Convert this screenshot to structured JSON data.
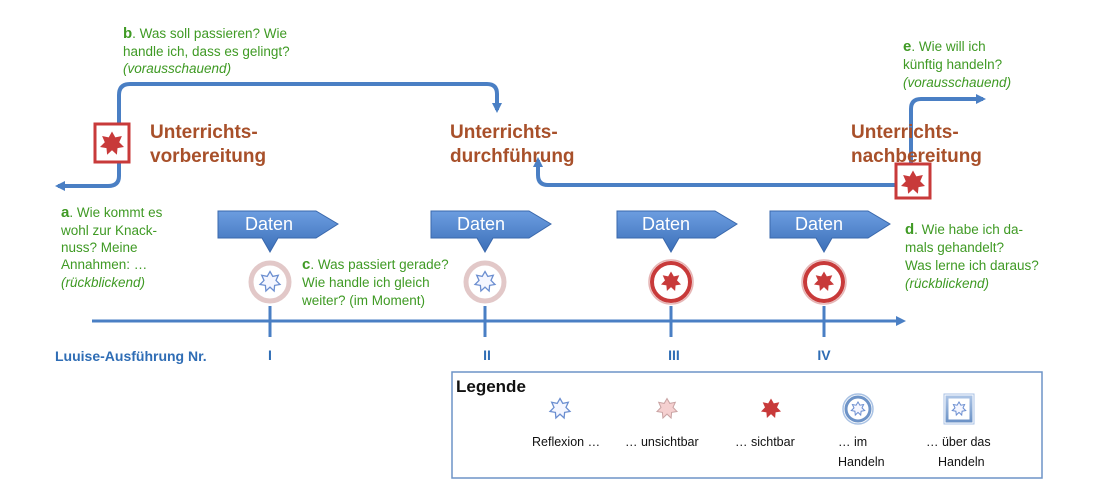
{
  "colors": {
    "green": "#3f9a24",
    "brown": "#a8502a",
    "blue": "#4a7fc4",
    "red": "#c83a3a"
  },
  "phases": {
    "vorbereitung": [
      "Unterrichts-",
      "vorbereitung"
    ],
    "durchfuehrung": [
      "Unterrichts-",
      "durchführung"
    ],
    "nachbereitung": [
      "Unterrichts-",
      "nachbereitung"
    ]
  },
  "questions": {
    "a": {
      "letter": "a",
      "lines": [
        ". Wie kommt es",
        "wohl zur Knack-",
        "nuss? Meine",
        "Annahmen: …"
      ],
      "mode": "(rückblickend)"
    },
    "b": {
      "letter": "b",
      "lines": [
        ". Was soll passieren? Wie",
        "handle ich, dass es gelingt?"
      ],
      "mode": "(vorausschauend)"
    },
    "c": {
      "letter": "c",
      "lines": [
        ". Was passiert gerade?",
        "Wie handle ich gleich",
        "weiter? (im Moment)"
      ]
    },
    "d": {
      "letter": "d",
      "lines": [
        ". Wie habe ich da-",
        "mals gehandelt?",
        "Was lerne ich daraus?"
      ],
      "mode": "(rückblickend)"
    },
    "e": {
      "letter": "e",
      "lines": [
        ". Wie will ich",
        "künftig handeln?"
      ],
      "mode": "(vorausschauend)"
    }
  },
  "data_label": "Daten",
  "timeline": {
    "label": "Luuise-Ausführung Nr.",
    "ticks": [
      "I",
      "II",
      "III",
      "IV"
    ]
  },
  "legend": {
    "title": "Legende",
    "items": [
      "Reflexion …",
      "… unsichtbar",
      "… sichtbar"
    ],
    "im_handeln": [
      "… im",
      "Handeln"
    ],
    "ueber_handeln": [
      "… über das",
      "Handeln"
    ]
  }
}
